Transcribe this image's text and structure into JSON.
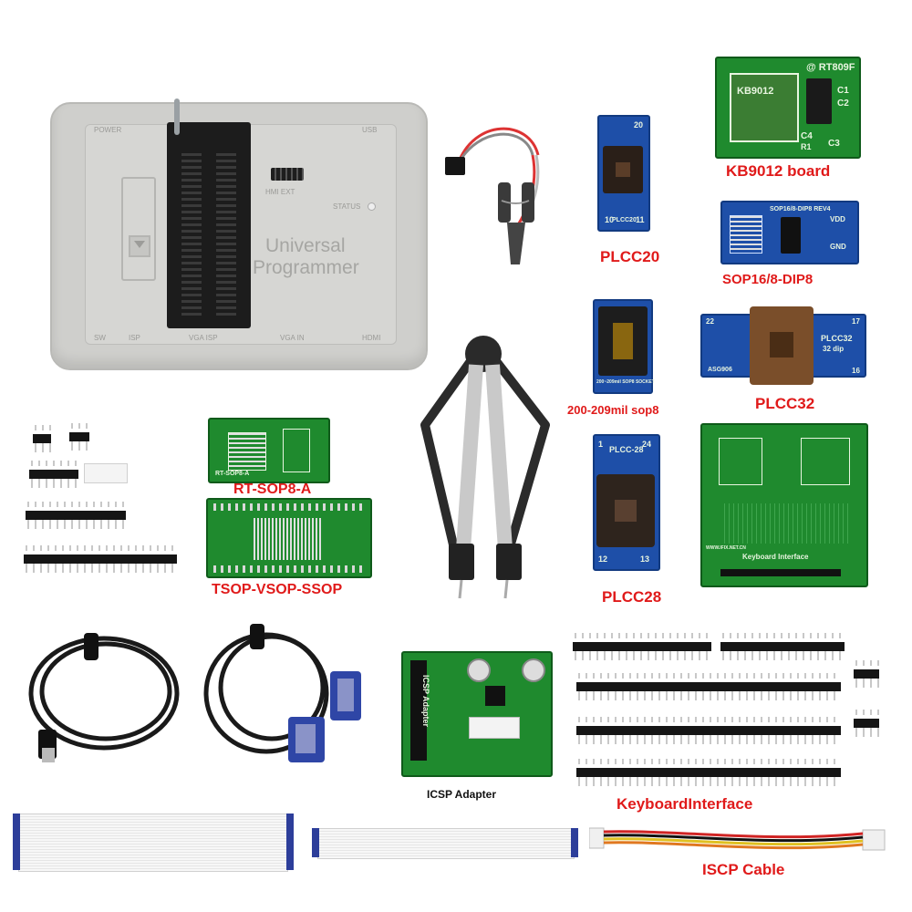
{
  "programmer": {
    "title_line1": "Universal",
    "title_line2": "Programmer",
    "power": "POWER",
    "usb": "USB",
    "hmi_ext": "HMI  EXT",
    "status": "STATUS",
    "sw": "SW",
    "isp1": "ISP",
    "vga_isp": "VGA  ISP",
    "vga_in": "VGA  IN",
    "hdmi": "HDMI"
  },
  "boards": {
    "kb9012_silk": "KB9012",
    "kb9012_brand": "@ RT809F",
    "kb9012_c1": "C1",
    "kb9012_c2": "C2",
    "kb9012_c3": "C3",
    "kb9012_c4": "C4",
    "kb9012_r1": "R1",
    "sop16_silk": "SOP16/8-DIP8 REV4",
    "sop16_vdd": "VDD",
    "sop16_gnd": "GND",
    "plcc20_silk": "PLCC20",
    "plcc20_num20": "20",
    "plcc20_num10": "10",
    "plcc20_num11": "11",
    "plcc32_silk": "PLCC32",
    "plcc32_silk2": "32 dip",
    "plcc32_22": "22",
    "plcc32_17": "17",
    "plcc32_16": "16",
    "plcc32_asg": "ASG906",
    "plcc28_silk": "PLCC-28",
    "plcc28_1": "1",
    "plcc28_24": "24",
    "plcc28_12": "12",
    "plcc28_13": "13",
    "sop8_silk": "200~209mil SOP8 SOCKET",
    "kbi_silk": "Keyboard Interface",
    "kbi_site": "WWW.IFIX.NET.CN",
    "icsp_silk": "ICSP Adapter",
    "rtsop_silk": "RT-SOP8-A"
  },
  "labels": {
    "kb9012": "KB9012 board",
    "plcc20": "PLCC20",
    "sop16": "SOP16/8-DIP8",
    "sop8": "200-209mil sop8",
    "plcc32": "PLCC32",
    "rtsop8": "RT-SOP8-A",
    "tsop": "TSOP-VSOP-SSOP",
    "plcc28": "PLCC28",
    "icsp": "ICSP Adapter",
    "keyboard": "KeyboardInterface",
    "iscp_cable": "ISCP Cable"
  },
  "colors": {
    "label_red": "#e01a1a",
    "label_black": "#111111",
    "pcb_green": "#1f8a2e",
    "pcb_blue": "#1e4fa8",
    "programmer_gray": "#cfcfcc"
  }
}
